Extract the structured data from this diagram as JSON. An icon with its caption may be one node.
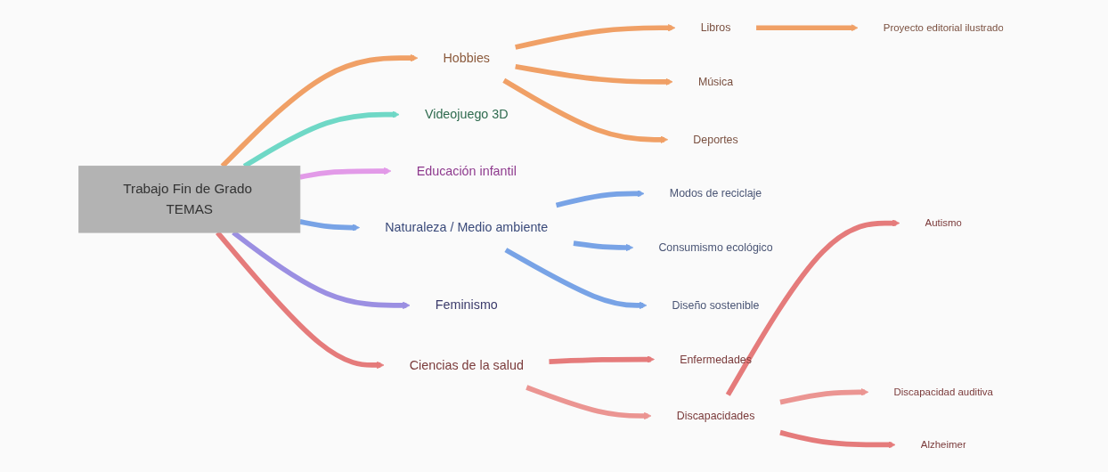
{
  "diagram": {
    "nodes": [
      {
        "text": [
          "Trabajo Fin de Grado TEMAS"
        ]
      },
      {
        "text": [
          "Hobbies"
        ]
      },
      {
        "text": [
          "Libros"
        ]
      },
      {
        "text": [
          "Proyecto editorial ilustrado"
        ]
      },
      {
        "text": [
          "Música"
        ]
      },
      {
        "text": [
          "Deportes"
        ]
      },
      {
        "text": [
          "Videojuego 3D"
        ]
      },
      {
        "text": [
          "Educación infantil"
        ]
      },
      {
        "text": [
          "Naturaleza / Medio ambiente"
        ]
      },
      {
        "text": [
          "Modos de reciclaje"
        ]
      },
      {
        "text": [
          "Consumismo ecológico"
        ]
      },
      {
        "text": [
          "Diseño sostenible"
        ]
      },
      {
        "text": [
          "Feminismo"
        ]
      },
      {
        "text": [
          "Ciencias de la salud"
        ]
      },
      {
        "text": [
          "Enfermedades"
        ]
      },
      {
        "text": [
          "Discapacidades"
        ]
      },
      {
        "text": [
          "Autismo"
        ]
      },
      {
        "text": [
          "Discapacidad auditiva"
        ]
      },
      {
        "text": [
          "Alzheimer"
        ]
      }
    ],
    "edges": [
      {
        "from": 0,
        "to": 1,
        "arrow": "to",
        "color": "#f0a066"
      },
      {
        "from": 1,
        "to": 2,
        "arrow": "to",
        "color": "#f0a066"
      },
      {
        "from": 2,
        "to": 3,
        "arrow": "to",
        "color": "#f0a066"
      },
      {
        "from": 1,
        "to": 4,
        "arrow": "to",
        "color": "#f0a066"
      },
      {
        "from": 1,
        "to": 5,
        "arrow": "to",
        "color": "#f0a066"
      },
      {
        "from": 0,
        "to": 6,
        "arrow": "to",
        "color": "#6fd8c6"
      },
      {
        "from": 0,
        "to": 7,
        "arrow": "to",
        "color": "#e29ae8"
      },
      {
        "from": 0,
        "to": 8,
        "arrow": "to",
        "color": "#78a3e6"
      },
      {
        "from": 8,
        "to": 9,
        "arrow": "to",
        "color": "#78a3e6"
      },
      {
        "from": 8,
        "to": 10,
        "arrow": "to",
        "color": "#78a3e6"
      },
      {
        "from": 8,
        "to": 11,
        "arrow": "to",
        "color": "#78a3e6"
      },
      {
        "from": 0,
        "to": 12,
        "arrow": "to",
        "color": "#9b8fe2"
      },
      {
        "from": 0,
        "to": 13,
        "arrow": "to",
        "color": "#e57b7b"
      },
      {
        "from": 13,
        "to": 14,
        "arrow": "to",
        "color": "#e57b7b"
      },
      {
        "from": 13,
        "to": 15,
        "arrow": "to",
        "color": "#eb9592"
      },
      {
        "from": 15,
        "to": 16,
        "arrow": "to",
        "color": "#e57b7b"
      },
      {
        "from": 15,
        "to": 17,
        "arrow": "to",
        "color": "#eb9592"
      },
      {
        "from": 15,
        "to": 18,
        "arrow": "to",
        "color": "#e57b7b"
      }
    ]
  }
}
